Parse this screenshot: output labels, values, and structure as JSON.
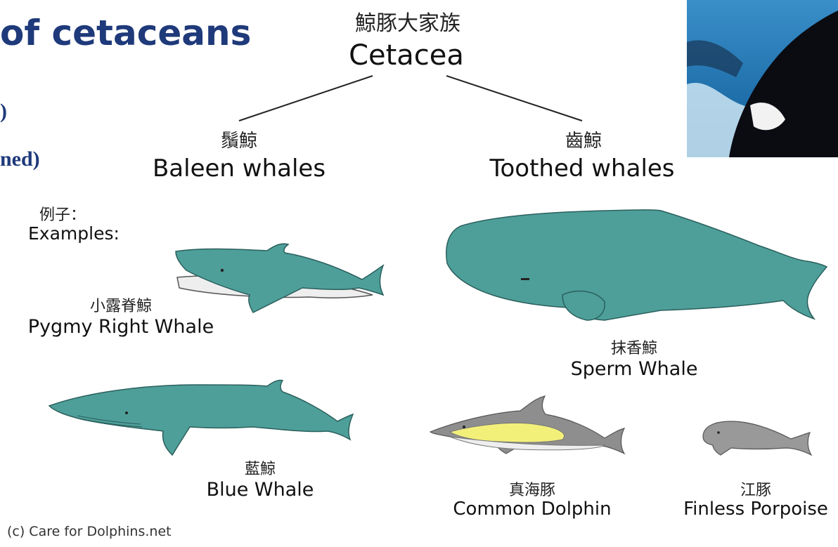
{
  "slide": {
    "title": "of cetaceans",
    "bullet_1": ")",
    "bullet_2": "ned)"
  },
  "tree": {
    "root_cn": "鯨豚大家族",
    "root_en": "Cetacea",
    "baleen_cn": "鬚鯨",
    "baleen_en": "Baleen whales",
    "toothed_cn": "齒鯨",
    "toothed_en": "Toothed whales"
  },
  "examples": {
    "label_cn": "例子：",
    "label_en": "Examples:"
  },
  "species": [
    {
      "cn": "小露脊鯨",
      "en": "Pygmy Right Whale"
    },
    {
      "cn": "藍鯨",
      "en": "Blue Whale"
    },
    {
      "cn": "抹香鯨",
      "en": "Sperm Whale"
    },
    {
      "cn": "真海豚",
      "en": "Common Dolphin"
    },
    {
      "cn": "江豚",
      "en": "Finless Porpoise"
    }
  ],
  "credit": "(c) Care for Dolphins.net",
  "colors": {
    "title": "#1f3a7a",
    "whale_body": "#4e9f9a",
    "whale_outline": "#2a5f5c",
    "dolphin_grey": "#8e8e8e",
    "dolphin_yellow": "#f3f07a",
    "porpoise_grey": "#999999"
  }
}
